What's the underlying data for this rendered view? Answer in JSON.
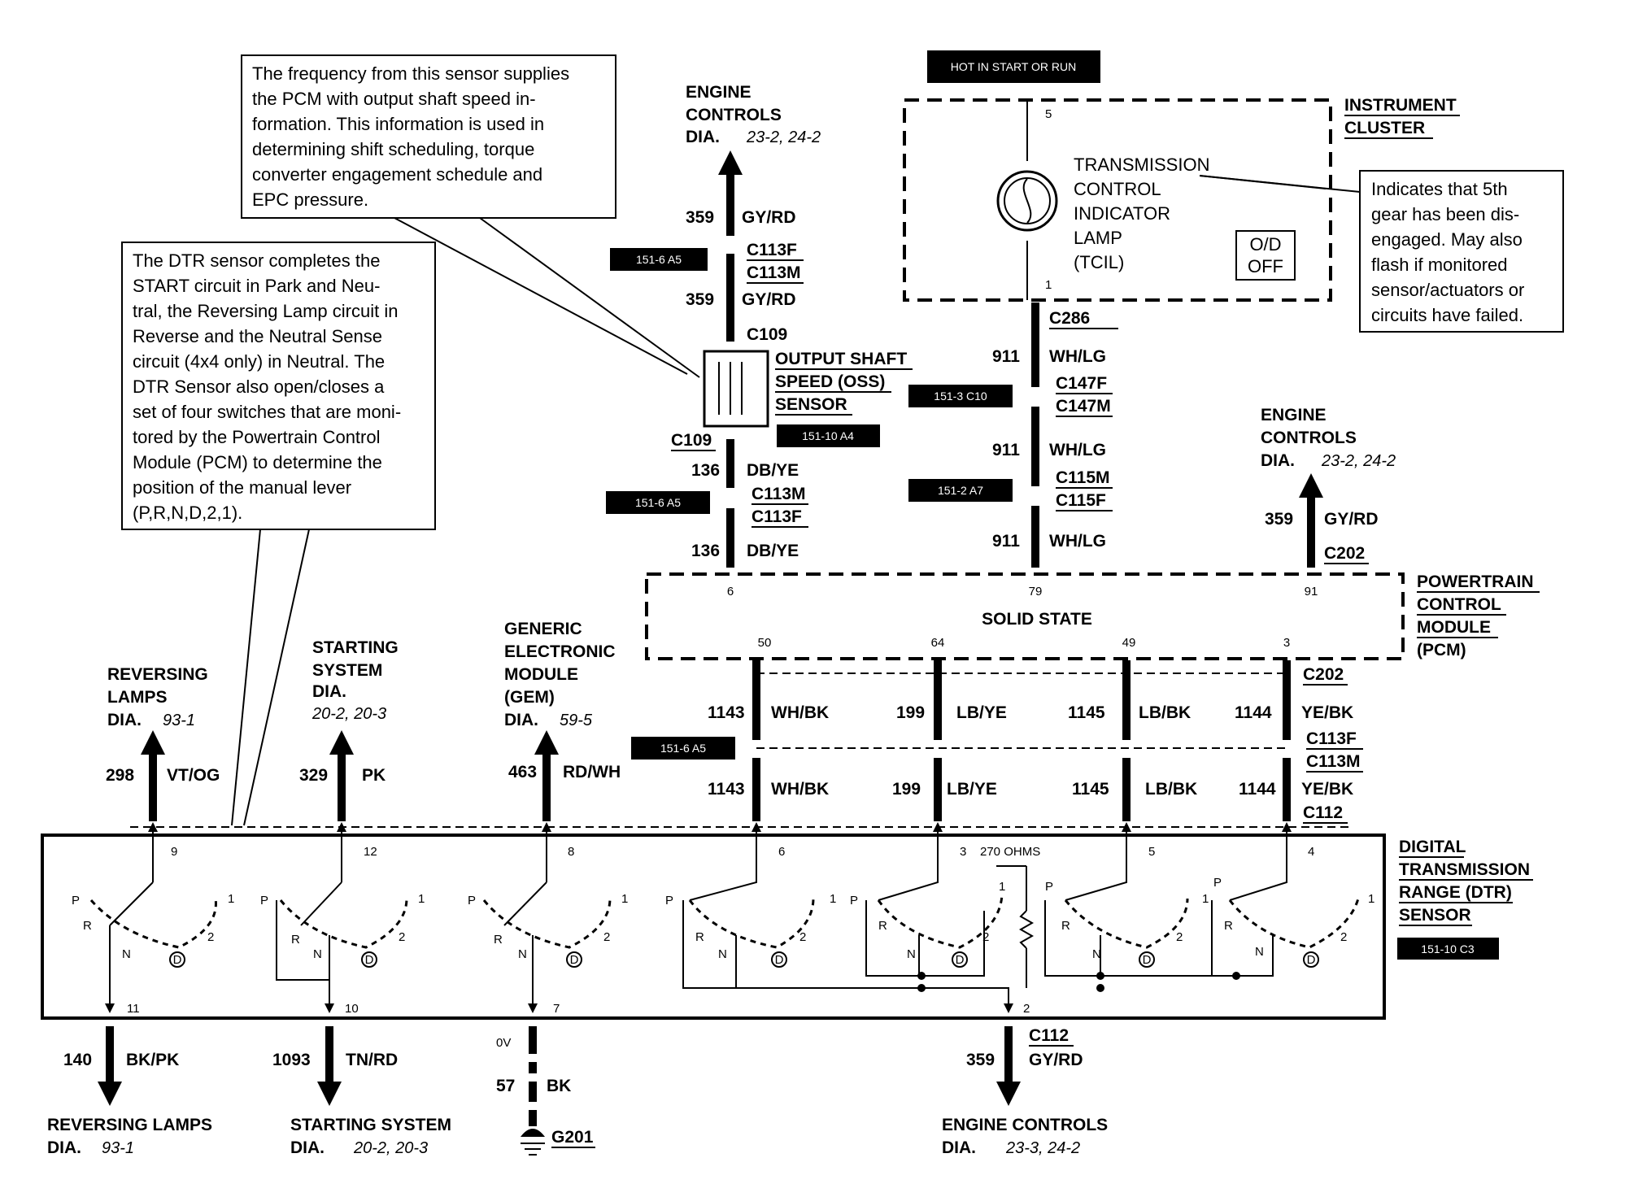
{
  "notes": {
    "oss_note": [
      "The frequency from this sensor supplies",
      "the PCM with output shaft speed in-",
      "formation.  This information is used in",
      "determining shift scheduling, torque",
      "converter engagement schedule and",
      "EPC pressure."
    ],
    "dtr_note": [
      "The DTR sensor completes the",
      "START circuit in Park and Neu-",
      "tral, the Reversing Lamp circuit in",
      "Reverse and the Neutral Sense",
      "circuit (4x4 only) in Neutral. The",
      "DTR Sensor also open/closes a",
      "set of four switches that are moni-",
      "tored by the Powertrain Control",
      "Module (PCM) to determine the",
      "position of the manual lever",
      "(P,R,N,D,2,1)."
    ],
    "tcil_note": [
      "Indicates that 5th",
      "gear has been dis-",
      "engaged.  May also",
      "flash if monitored",
      "sensor/actuators or",
      "circuits have failed."
    ]
  },
  "hot_label": "HOT IN START OR RUN",
  "instrument_cluster": {
    "title": [
      "INSTRUMENT",
      "CLUSTER"
    ],
    "lamp_label": [
      "TRANSMISSION",
      "CONTROL",
      "INDICATOR",
      "LAMP",
      "(TCIL)"
    ],
    "od_button": [
      "O/D",
      "OFF"
    ],
    "pin_top": "5",
    "pin_bottom": "1"
  },
  "engine_controls_top": {
    "lines": [
      "ENGINE",
      "CONTROLS"
    ],
    "dia": "DIA.",
    "refs": "23-2, 24-2"
  },
  "engine_controls_right": {
    "lines": [
      "ENGINE",
      "CONTROLS"
    ],
    "dia": "DIA.",
    "refs": "23-2, 24-2"
  },
  "oss_sensor": {
    "label": [
      "OUTPUT SHAFT",
      "SPEED (OSS)",
      "SENSOR"
    ],
    "ref": "151-10 A4"
  },
  "oss_wires": {
    "w1_num": "359",
    "w1_color": "GY/RD",
    "conn1_f": "C113F",
    "conn1_m": "C113M",
    "ref1": "151-6 A5",
    "w2_num": "359",
    "w2_color": "GY/RD",
    "c109_top": "C109",
    "c109_bottom": "C109",
    "w3_num": "136",
    "w3_color": "DB/YE",
    "conn2_m": "C113M",
    "conn2_f": "C113F",
    "ref2": "151-6 A5",
    "w4_num": "136",
    "w4_color": "DB/YE"
  },
  "tcil_wires": {
    "c286": "C286",
    "w1_num": "911",
    "w1_color": "WH/LG",
    "conn1_f": "C147F",
    "conn1_m": "C147M",
    "ref1": "151-3 C10",
    "w2_num": "911",
    "w2_color": "WH/LG",
    "conn2_m": "C115M",
    "conn2_f": "C115F",
    "ref2": "151-2 A7",
    "w3_num": "911",
    "w3_color": "WH/LG"
  },
  "right_wire": {
    "num": "359",
    "color": "GY/RD",
    "conn": "C202"
  },
  "pcm": {
    "title": [
      "POWERTRAIN",
      "CONTROL",
      "MODULE"
    ],
    "abbr": "(PCM)",
    "center": "SOLID STATE",
    "pins_top": [
      "6",
      "79",
      "91"
    ],
    "pins_bottom": [
      "50",
      "64",
      "49",
      "3"
    ]
  },
  "pcm_wires": {
    "c202": "C202",
    "c113f": "C113F",
    "c113m": "C113M",
    "c112": "C112",
    "ref": "151-6 A5",
    "wires": [
      {
        "num": "1143",
        "color": "WH/BK"
      },
      {
        "num": "199",
        "color": "LB/YE"
      },
      {
        "num": "1145",
        "color": "LB/BK"
      },
      {
        "num": "1144",
        "color": "YE/BK"
      }
    ]
  },
  "top_dests": [
    {
      "lines": [
        "REVERSING",
        "LAMPS"
      ],
      "dia": "DIA.",
      "refs": "93-1",
      "num": "298",
      "color": "VT/OG"
    },
    {
      "lines": [
        "STARTING",
        "SYSTEM"
      ],
      "dia": "DIA.",
      "refs": "20-2, 20-3",
      "num": "329",
      "color": "PK"
    },
    {
      "lines": [
        "GENERIC",
        "ELECTRONIC",
        "MODULE",
        "(GEM)"
      ],
      "dia": "DIA.",
      "refs": "59-5",
      "num": "463",
      "color": "RD/WH"
    }
  ],
  "dtr": {
    "title": [
      "DIGITAL",
      "TRANSMISSION",
      "RANGE (DTR)",
      "SENSOR"
    ],
    "ref": "151-10 C3",
    "pins_top": [
      "9",
      "12",
      "8",
      "6",
      "3",
      "5",
      "4"
    ],
    "ohms": "270 OHMS",
    "pins_bottom": [
      "11",
      "10",
      "7",
      "2"
    ],
    "pos": {
      "p": "P",
      "r": "R",
      "n": "N",
      "d": "D",
      "two": "2",
      "one": "1"
    }
  },
  "bottom_wires": [
    {
      "num": "140",
      "color": "BK/PK",
      "lines": [
        "REVERSING LAMPS"
      ],
      "dia": "DIA.",
      "refs": "93-1"
    },
    {
      "num": "1093",
      "color": "TN/RD",
      "lines": [
        "STARTING SYSTEM"
      ],
      "dia": "DIA.",
      "refs": "20-2, 20-3"
    },
    {
      "num": "57",
      "color": "BK",
      "volt": "0V",
      "ground": "G201"
    },
    {
      "num": "359",
      "color": "GY/RD",
      "conn": "C112",
      "lines": [
        "ENGINE CONTROLS"
      ],
      "dia": "DIA.",
      "refs": "23-3, 24-2"
    }
  ]
}
